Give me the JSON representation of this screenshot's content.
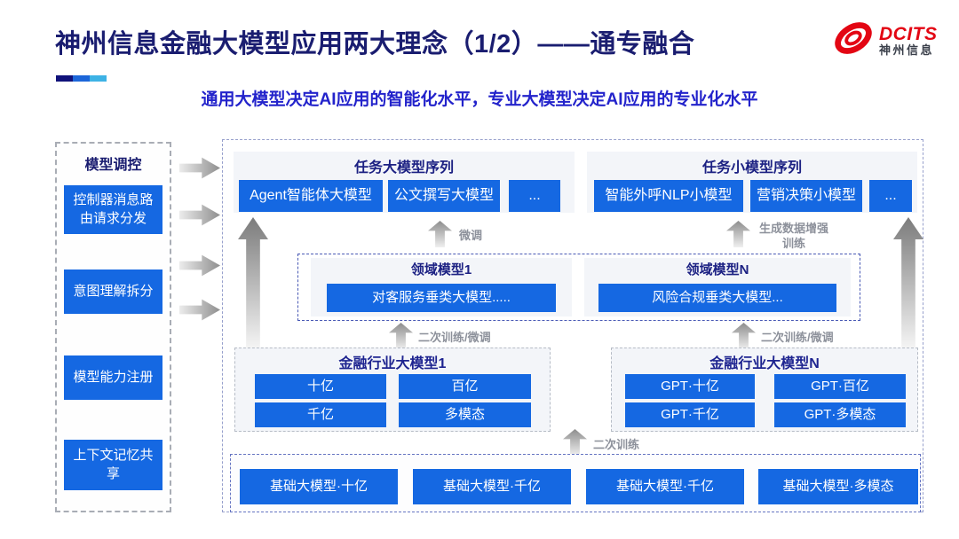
{
  "slide": {
    "title": "神州信息金融大模型应用两大理念（1/2）——通专融合",
    "subtitle": "通用大模型决定AI应用的智能化水平，专业大模型决定AI应用的专业化水平",
    "logo": {
      "brand": "DCITS",
      "company": "神州信息",
      "swirl_icon": "dcits-swirl-icon"
    }
  },
  "sidebar": {
    "title": "模型调控",
    "items": [
      "控制器消息路由请求分发",
      "意图理解拆分",
      "模型能力注册",
      "上下文记忆共享"
    ]
  },
  "task_large": {
    "title": "任务大模型序列",
    "buttons": [
      "Agent智能体大模型",
      "公文撰写大模型",
      "..."
    ]
  },
  "task_small": {
    "title": "任务小模型序列",
    "buttons": [
      "智能外呼NLP小模型",
      "营销决策小模型",
      "..."
    ]
  },
  "domain": {
    "left": {
      "title": "领域模型1",
      "button": "对客服务垂类大模型....."
    },
    "right": {
      "title": "领域模型N",
      "button": "风险合规垂类大模型..."
    }
  },
  "industry_left": {
    "title": "金融行业大模型1",
    "buttons": [
      "十亿",
      "百亿",
      "千亿",
      "多模态"
    ]
  },
  "industry_right": {
    "title": "金融行业大模型N",
    "buttons": [
      "GPT·十亿",
      "GPT·百亿",
      "GPT·千亿",
      "GPT·多模态"
    ]
  },
  "base_row": {
    "buttons": [
      "基础大模型·十亿",
      "基础大模型·千亿",
      "基础大模型·千亿",
      "基础大模型·多模态"
    ]
  },
  "flow_labels": {
    "finetune": "微调",
    "gen_data": "生成数据增强训练",
    "retrain_finetune_left": "二次训练/微调",
    "retrain_finetune_right": "二次训练/微调",
    "retrain": "二次训练"
  },
  "colors": {
    "accent_blue": "#1568E2",
    "title_navy": "#1A1D70",
    "subtitle_blue": "#2323CB",
    "brand_red": "#E30613"
  }
}
